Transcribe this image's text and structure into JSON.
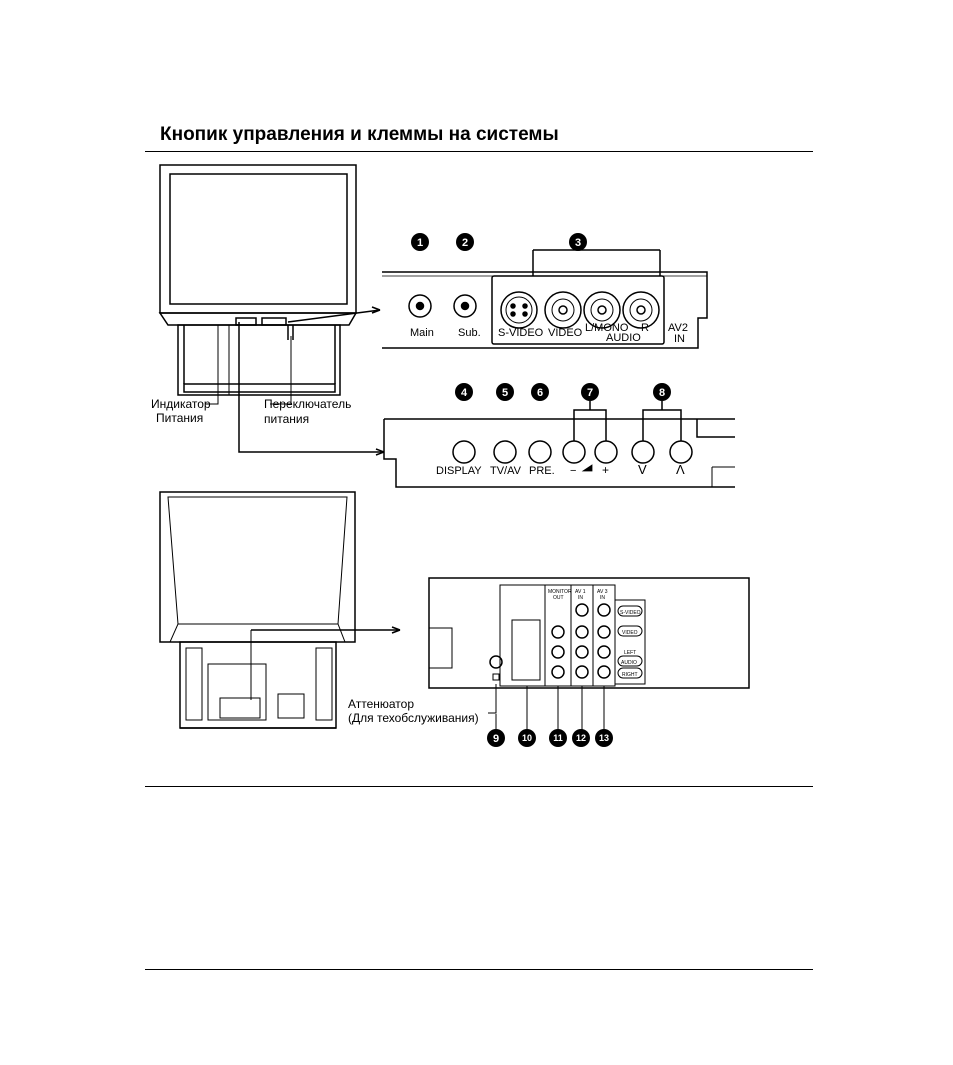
{
  "page": {
    "title": "Кнопик управления и клеммы на системы"
  },
  "figure": {
    "callouts": [
      "1",
      "2",
      "3",
      "4",
      "5",
      "6",
      "7",
      "8",
      "9",
      "10",
      "11",
      "12",
      "13"
    ],
    "front_labels": {
      "indicator_line1": "Индикатор",
      "indicator_line2": "Питания",
      "switch_line1": "Переключатель",
      "switch_line2": "питания"
    },
    "jack_panel": {
      "main": "Main",
      "sub": "Sub.",
      "svideo": "S-VIDEO",
      "video": "VIDEO",
      "lmono": "L/MONO",
      "r": "R",
      "audio": "AUDIO",
      "av2_line1": "AV2",
      "av2_line2": "IN"
    },
    "button_panel": {
      "display": "DISPLAY",
      "tvav": "TV/AV",
      "pre": "PRE.",
      "minus": "−",
      "plus": "+",
      "down": "V",
      "up": "Λ"
    },
    "rear_labels": {
      "attenuator_line1": "Аттенюатор",
      "attenuator_line2": "(Для техобслуживания)"
    },
    "rear_panel": {
      "monitor_line1": "MONITOR",
      "monitor_line2": "OUT",
      "av1_line1": "AV 1",
      "av1_line2": "IN",
      "av3_line1": "AV 3",
      "av3_line2": "IN",
      "svideo": "S-VIDEO",
      "video": "VIDEO",
      "left": "LEFT",
      "audio": "AUDIO",
      "right": "RIGHT"
    }
  }
}
